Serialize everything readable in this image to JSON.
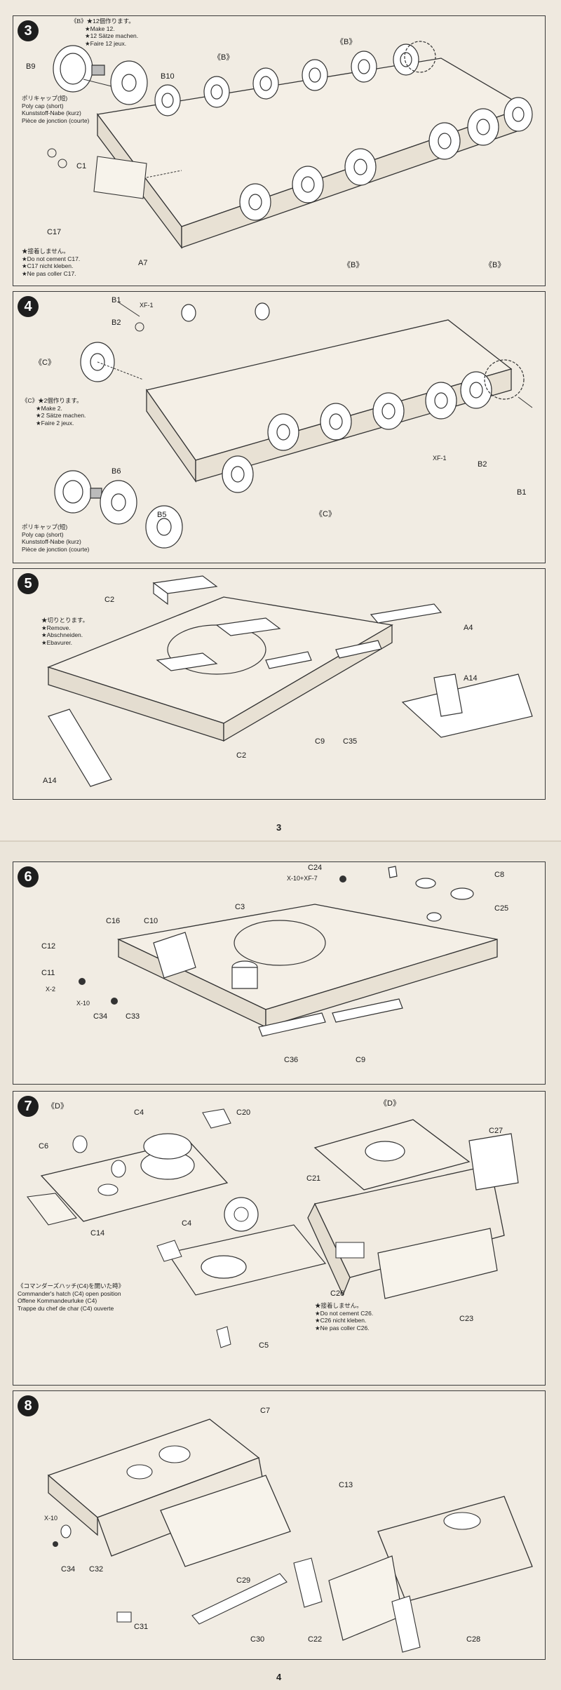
{
  "pages": [
    {
      "number": "3"
    },
    {
      "number": "4"
    }
  ],
  "steps": {
    "s3": {
      "number": "3",
      "note_title": "《B》★12個作ります。",
      "note_lines": [
        "★Make 12.",
        "★12 Sätze machen.",
        "★Faire 12 jeux."
      ],
      "polycap_lines": [
        "ポリキャップ(短)",
        "Poly cap (short)",
        "Kunststoff-Nabe (kurz)",
        "Pièce de jonction (courte)"
      ],
      "nocement_lines": [
        "★接着しません。",
        "★Do not cement C17.",
        "★C17 nicht kleben.",
        "★Ne pas coller C17."
      ],
      "labels": {
        "b9": "B9",
        "b10": "B10",
        "c1": "C1",
        "c17": "C17",
        "a7": "A7",
        "b_ref": "《B》"
      }
    },
    "s4": {
      "number": "4",
      "note_title": "《C》★2個作ります。",
      "note_lines": [
        "★Make 2.",
        "★2 Sätze machen.",
        "★Faire 2 jeux."
      ],
      "polycap_lines": [
        "ポリキャップ(短)",
        "Poly cap (short)",
        "Kunststoff-Nabe (kurz)",
        "Pièce de jonction (courte)"
      ],
      "labels": {
        "b1": "B1",
        "b2": "B2",
        "b5": "B5",
        "b6": "B6",
        "xf1": "XF-1",
        "c_ref": "《C》"
      }
    },
    "s5": {
      "number": "5",
      "note_lines": [
        "★切りとります。",
        "★Remove.",
        "★Abschneiden.",
        "★Ebavurer."
      ],
      "labels": {
        "c2": "C2",
        "a4": "A4",
        "a14": "A14",
        "c9": "C9",
        "c35": "C35"
      }
    },
    "s6": {
      "number": "6",
      "labels": {
        "c24": "C24",
        "paint_c24": "X-10+XF-7",
        "c8": "C8",
        "c3": "C3",
        "c25": "C25",
        "c16": "C16",
        "c10": "C10",
        "c12": "C12",
        "c11": "C11",
        "x2": "X-2",
        "x10": "X-10",
        "c34": "C34",
        "c33": "C33",
        "c36": "C36",
        "c9": "C9"
      }
    },
    "s7": {
      "number": "7",
      "hatch_lines": [
        "《コマンダーズハッチ(C4)を開いた時》",
        "Commander's hatch (C4) open position",
        "Offene Kommandeurluke (C4)",
        "Trappe du chef de char (C4) ouverte"
      ],
      "nocement_lines": [
        "★接着しません。",
        "★Do not cement C26.",
        "★C26 nicht kleben.",
        "★Ne pas coller C26."
      ],
      "labels": {
        "d_left": "《D》",
        "d_right": "《D》",
        "c4": "C4",
        "c20": "C20",
        "c6": "C6",
        "c14": "C14",
        "c27": "C27",
        "c21": "C21",
        "c26": "C26",
        "c23": "C23",
        "c4b": "C4",
        "c5": "C5"
      }
    },
    "s8": {
      "number": "8",
      "labels": {
        "c7": "C7",
        "c13": "C13",
        "x10": "X-10",
        "c34": "C34",
        "c32": "C32",
        "c29": "C29",
        "c31": "C31",
        "c30": "C30",
        "c22": "C22",
        "c28": "C28"
      }
    }
  }
}
